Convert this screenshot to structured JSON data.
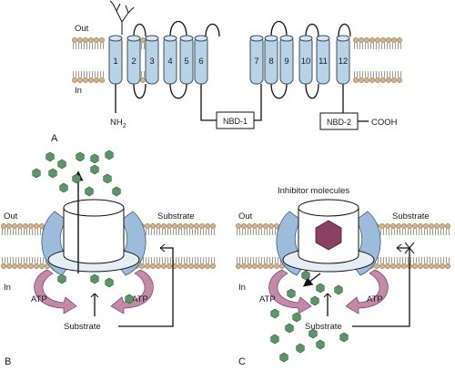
{
  "topology": {
    "out_label": "Out",
    "in_label": "In",
    "helices": [
      "1",
      "2",
      "3",
      "4",
      "5",
      "6",
      "7",
      "8",
      "9",
      "10",
      "11",
      "12"
    ],
    "n_terminus": "NH",
    "n_terminus_sub": "2",
    "nbd1_label": "NBD-1",
    "nbd2_label": "NBD-2",
    "c_terminus": "COOH"
  },
  "panel_a": {
    "label": "A"
  },
  "panel_b": {
    "label": "B",
    "out_label": "Out",
    "in_label": "In",
    "substrate_top": "Substrate",
    "substrate_bottom": "Substrate",
    "atp_left": "ATP",
    "atp_right": "ATP"
  },
  "panel_c": {
    "label": "C",
    "title": "Inhibitor molecules",
    "out_label": "Out",
    "in_label": "In",
    "substrate_top": "Substrate",
    "substrate_bottom": "Substrate",
    "atp_left": "ATP",
    "atp_right": "ATP"
  },
  "colors": {
    "membrane_head": "#d4b48c",
    "helix": "#b9d3e6",
    "transporter_wing": "#9dbcdc",
    "atp_arrow": "#c08aa8",
    "substrate_hex": "#5a9467",
    "inhibitor_hex": "#8a3f63"
  }
}
